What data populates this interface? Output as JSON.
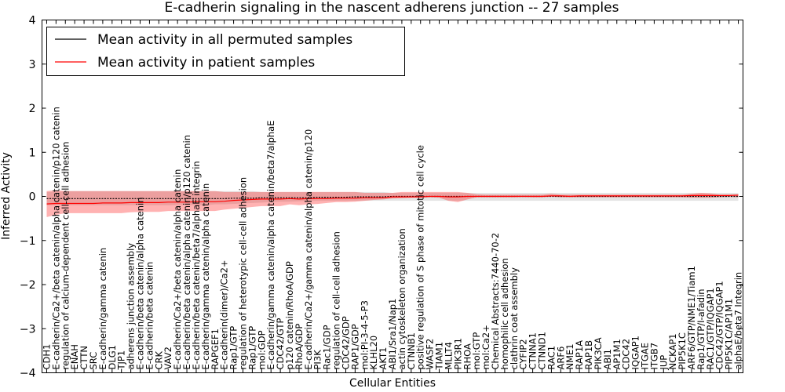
{
  "chart_data": {
    "type": "line",
    "title": "E-cadherin signaling in the nascent adherens junction -- 27 samples",
    "xlabel": "Cellular Entities",
    "ylabel": "Inferred Activity",
    "ylim": [
      -4,
      4
    ],
    "yticks": [
      "-4",
      "-3",
      "-2",
      "-1",
      "0",
      "1",
      "2",
      "3",
      "4"
    ],
    "legend_position": "top-left",
    "grid": false,
    "categories": [
      "CDH1",
      "E-cadherin/Ca2+/beta catenin/alpha catenin/p120 catenin",
      "regulation of calcium-dependent cell-cell adhesion",
      "ENAH",
      "CTTN",
      "SRC",
      "E-cadherin/gamma catenin",
      "DLG1",
      "TJP1",
      "adherens junction assembly",
      "E-cadherin/beta catenin/alpha catenin",
      "E-cadherin/beta catenin",
      "CRK",
      "VAV2",
      "E-cadherin/Ca2+/beta catenin/alpha catenin",
      "E-cadherin/beta catenin/alpha catenin/p120 catenin",
      "E-cadherin/beta catenin/beta7/alphaE integrin",
      "E-cadherin/gamma catenin/alpha catenin",
      "RAPGEF1",
      "E-cadherin(dimer)/Ca2+",
      "Rap1/GTP",
      "regulation of heterotypic cell-cell adhesion",
      "Rap1/GTP",
      "mol:GDP",
      "E-cadherin/gamma catenin/alpha catenin/beta7/alphaE",
      "CDC42/GTP",
      "p120 catenin/RhoA/GDP",
      "RhoA/GDP",
      "E-cadherin/Ca2+/gamma catenin/alpha catenin/p120",
      "PI3K",
      "Rac1/GDP",
      "regulation of cell-cell adhesion",
      "CDC42/GDP",
      "RAP1/GDP",
      "mol:PI-3-4-5-P3",
      "KLHL20",
      "AKT1",
      "ABI1/Sra1/Nap1",
      "actin cytoskeleton organization",
      "CTNNB1",
      "positive regulation of S phase of mitotic cell cycle",
      "WASF2",
      "TIAM1",
      "MLLT4",
      "PIK3R1",
      "RHOA",
      "mol:GTP",
      "mol:Ca2+",
      "Chemical Abstracts:7440-70-2",
      "homophilic cell adhesion",
      "clathrin coat assembly",
      "CYFIP2",
      "CTNNA1",
      "CTNND1",
      "RAC1",
      "ARF6",
      "NME1",
      "RAP1A",
      "RAP1B",
      "PIK3CA",
      "ABI1",
      "AP1M1",
      "CDC42",
      "IQGAP1",
      "ITGAE",
      "ITGB7",
      "JUP",
      "NCKAP1",
      "PIP5K1C",
      "ARF6/GTP/NME1/Tiam1",
      "Rap1/GTP/I-afadin",
      "RAC1/GTP/IQGAP1",
      "CDC42/GTP/IQGAP1",
      "PIP5K1C/AP1M1",
      "alphaE/beta7 Integrin"
    ],
    "series": [
      {
        "name": "Mean activity in all permuted samples",
        "color": "#000000",
        "values": [
          -0.05,
          -0.05,
          -0.05,
          -0.05,
          -0.05,
          -0.05,
          -0.05,
          -0.05,
          -0.05,
          -0.05,
          -0.05,
          -0.05,
          -0.05,
          -0.05,
          -0.05,
          -0.05,
          -0.05,
          -0.05,
          -0.05,
          -0.05,
          -0.04,
          -0.04,
          -0.04,
          -0.03,
          -0.03,
          -0.03,
          -0.03,
          -0.03,
          -0.03,
          -0.02,
          -0.02,
          -0.02,
          -0.02,
          -0.01,
          -0.01,
          -0.01,
          -0.01,
          0,
          0,
          0,
          0,
          0,
          0,
          0,
          0,
          0,
          0,
          0,
          0,
          0,
          0,
          0,
          0,
          0,
          0,
          0,
          0,
          0,
          0,
          0,
          0,
          0,
          0,
          0,
          0,
          0,
          0,
          0,
          0,
          0,
          0,
          0,
          0,
          0,
          0
        ],
        "band_low": [
          -0.2,
          -0.2,
          -0.2,
          -0.2,
          -0.2,
          -0.2,
          -0.2,
          -0.2,
          -0.2,
          -0.2,
          -0.2,
          -0.2,
          -0.2,
          -0.2,
          -0.2,
          -0.2,
          -0.2,
          -0.2,
          -0.18,
          -0.18,
          -0.17,
          -0.16,
          -0.15,
          -0.14,
          -0.13,
          -0.12,
          -0.12,
          -0.11,
          -0.1,
          -0.1,
          -0.1,
          -0.1,
          -0.1,
          -0.1,
          -0.1,
          -0.1,
          -0.1,
          -0.1,
          -0.1,
          -0.1,
          -0.1,
          -0.1,
          -0.1,
          -0.1,
          -0.1,
          -0.1,
          -0.1,
          -0.1,
          -0.1,
          -0.1,
          -0.1,
          -0.1,
          -0.1,
          -0.1,
          -0.1,
          -0.1,
          -0.1,
          -0.1,
          -0.1,
          -0.1,
          -0.1,
          -0.1,
          -0.1,
          -0.1,
          -0.1,
          -0.1,
          -0.1,
          -0.1,
          -0.1,
          -0.1,
          -0.1,
          -0.1,
          -0.1,
          -0.1,
          -0.1
        ],
        "band_high": [
          0.1,
          0.1,
          0.12,
          0.12,
          0.12,
          0.12,
          0.12,
          0.12,
          0.12,
          0.12,
          0.12,
          0.12,
          0.12,
          0.12,
          0.12,
          0.12,
          0.12,
          0.12,
          0.12,
          0.12,
          0.12,
          0.12,
          0.12,
          0.1,
          0.1,
          0.1,
          0.1,
          0.1,
          0.1,
          0.1,
          0.1,
          0.1,
          0.1,
          0.1,
          0.1,
          0.1,
          0.1,
          0.08,
          0.08,
          0.08,
          0.08,
          0.08,
          0.08,
          0.08,
          0.08,
          0.08,
          0.08,
          0.08,
          0.08,
          0.08,
          0.08,
          0.08,
          0.08,
          0.08,
          0.08,
          0.08,
          0.08,
          0.08,
          0.08,
          0.08,
          0.08,
          0.08,
          0.08,
          0.08,
          0.08,
          0.08,
          0.08,
          0.08,
          0.08,
          0.08,
          0.08,
          0.08,
          0.08,
          0.08,
          0.08
        ]
      },
      {
        "name": "Mean activity in patient samples",
        "color": "#ff0000",
        "values": [
          -0.17,
          -0.16,
          -0.16,
          -0.16,
          -0.16,
          -0.16,
          -0.15,
          -0.15,
          -0.15,
          -0.14,
          -0.14,
          -0.14,
          -0.14,
          -0.13,
          -0.13,
          -0.13,
          -0.12,
          -0.12,
          -0.12,
          -0.11,
          -0.09,
          -0.08,
          -0.07,
          -0.06,
          -0.06,
          -0.06,
          -0.05,
          -0.06,
          -0.05,
          -0.05,
          -0.05,
          -0.04,
          -0.04,
          -0.04,
          -0.03,
          -0.03,
          -0.03,
          -0.01,
          -0.01,
          -0.01,
          -0.01,
          0,
          0,
          -0.01,
          -0.01,
          0,
          0,
          0,
          0,
          0,
          0,
          0,
          0,
          0,
          0.01,
          0.01,
          0,
          0.01,
          0.01,
          0.01,
          0.01,
          0.01,
          0.01,
          0.01,
          0.01,
          0.01,
          0.01,
          0.01,
          0.01,
          0.02,
          0.02,
          0.02,
          0.02,
          0.02,
          0.03
        ],
        "band_low": [
          -0.47,
          -0.42,
          -0.38,
          -0.38,
          -0.38,
          -0.38,
          -0.38,
          -0.38,
          -0.38,
          -0.36,
          -0.35,
          -0.35,
          -0.35,
          -0.33,
          -0.33,
          -0.33,
          -0.33,
          -0.33,
          -0.33,
          -0.3,
          -0.28,
          -0.26,
          -0.24,
          -0.22,
          -0.22,
          -0.22,
          -0.18,
          -0.2,
          -0.18,
          -0.17,
          -0.15,
          -0.13,
          -0.13,
          -0.12,
          -0.1,
          -0.08,
          -0.07,
          -0.05,
          -0.04,
          -0.03,
          -0.03,
          -0.02,
          -0.03,
          -0.1,
          -0.13,
          -0.07,
          -0.02,
          -0.02,
          -0.02,
          -0.02,
          -0.02,
          -0.01,
          -0.02,
          -0.02,
          0,
          -0.02,
          -0.02,
          -0.02,
          -0.02,
          -0.02,
          -0.02,
          -0.02,
          -0.02,
          -0.02,
          -0.02,
          -0.02,
          -0.02,
          -0.02,
          -0.02,
          -0.03,
          -0.03,
          -0.03,
          -0.02,
          -0.01,
          -0.02
        ],
        "band_high": [
          0.12,
          0.14,
          0.12,
          0.12,
          0.12,
          0.12,
          0.12,
          0.12,
          0.12,
          0.12,
          0.12,
          0.12,
          0.12,
          0.12,
          0.12,
          0.12,
          0.12,
          0.12,
          0.12,
          0.1,
          0.1,
          0.1,
          0.1,
          0.1,
          0.1,
          0.1,
          0.1,
          0.1,
          0.1,
          0.1,
          0.1,
          0.1,
          0.1,
          0.1,
          0.08,
          0.08,
          0.08,
          0.08,
          0.1,
          0.1,
          0.1,
          0.1,
          0.1,
          0.1,
          0.1,
          0.08,
          0.05,
          0.04,
          0.04,
          0.04,
          0.04,
          0.04,
          0.04,
          0.04,
          0.06,
          0.04,
          0.04,
          0.04,
          0.04,
          0.04,
          0.04,
          0.04,
          0.04,
          0.04,
          0.04,
          0.04,
          0.04,
          0.04,
          0.04,
          0.06,
          0.08,
          0.07,
          0.04,
          0.04,
          0.04
        ]
      }
    ]
  }
}
